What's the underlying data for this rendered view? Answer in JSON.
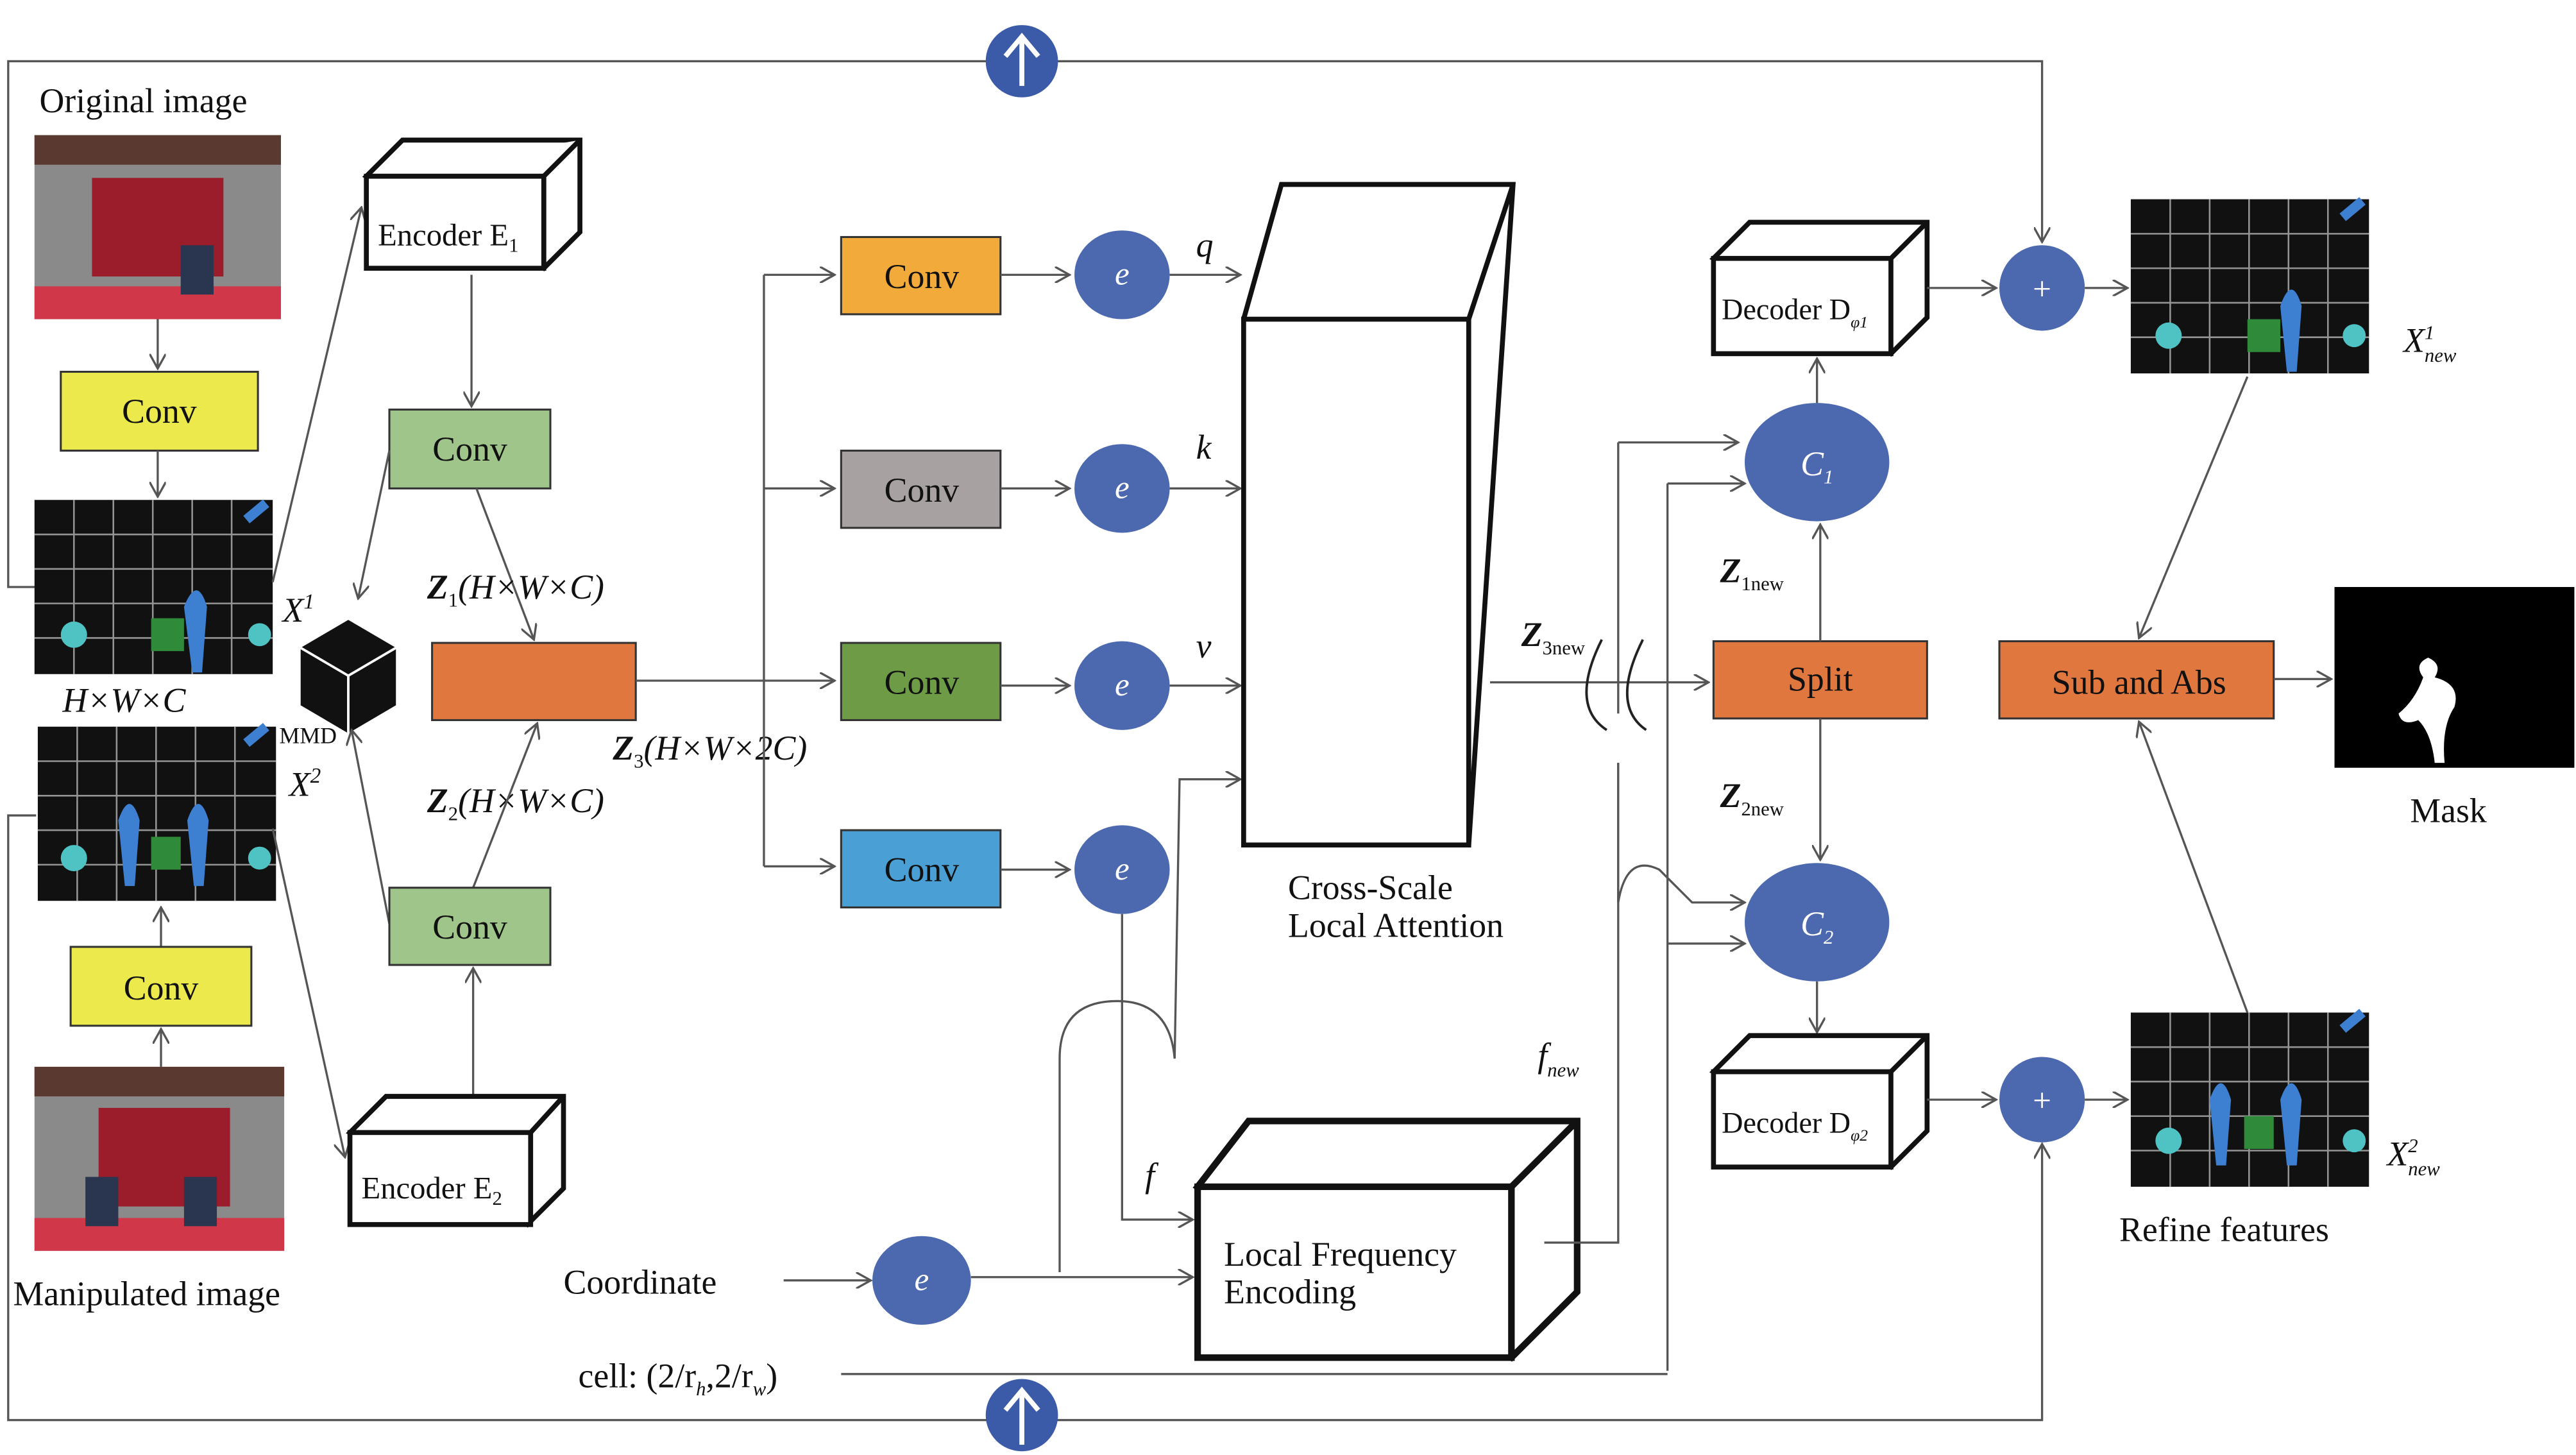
{
  "labels": {
    "original_image": "Original image",
    "manipulated_image": "Manipulated image",
    "hwc": "H×W×C",
    "x1": "X",
    "x1_sup": "1",
    "x2": "X",
    "x2_sup": "2",
    "mmd": "MMD",
    "z1": "Z",
    "z1_sub": "1",
    "z1_dim": "(H×W×C)",
    "z2": "Z",
    "z2_sub": "2",
    "z2_dim": "(H×W×C)",
    "z3": "Z",
    "z3_sub": "3",
    "z3_dim": "(H×W×2C)",
    "q": "q",
    "k": "k",
    "v": "v",
    "cross_scale_1": "Cross-Scale",
    "cross_scale_2": "Local Attention",
    "z3new": "Z",
    "z3new_sub": "3new",
    "z1new": "Z",
    "z1new_sub": "1new",
    "z2new": "Z",
    "z2new_sub": "2new",
    "fnew": "f",
    "fnew_sub": "new",
    "f": "f",
    "coordinate": "Coordinate",
    "cell": "cell: (2/r",
    "cell_h": "h",
    "cell_mid": ",2/r",
    "cell_w": "w",
    "cell_end": ")",
    "lfe_1": "Local Frequency",
    "lfe_2": "Encoding",
    "x1new": "X",
    "x1new_sup": "1",
    "x1new_sub": "new",
    "x2new": "X",
    "x2new_sup": "2",
    "x2new_sub": "new",
    "refine_features": "Refine features",
    "mask": "Mask"
  },
  "blocks": {
    "conv": "Conv",
    "encoder1": "Encoder E",
    "encoder1_sub": "1",
    "encoder2": "Encoder E",
    "encoder2_sub": "2",
    "decoder1": "Decoder D",
    "decoder1_sub": "φ1",
    "decoder2": "Decoder D",
    "decoder2_sub": "φ2",
    "split": "Split",
    "sub_abs": "Sub and Abs",
    "e": "e",
    "c1": "C",
    "c1_sub": "1",
    "c2": "C",
    "c2_sub": "2",
    "plus": "+"
  },
  "colors": {
    "conv_yellow": "#ece94c",
    "conv_light_green": "#9fc58b",
    "conv_orange": "#f2ab3a",
    "conv_grey": "#a8a1a1",
    "conv_green": "#6e9c46",
    "conv_blue": "#4a9fd4",
    "fusion_orange": "#e0773f",
    "node_blue": "#4c69b0"
  },
  "icons": [
    "up-arrow-circle-icon",
    "cube-icon",
    "plus-circle-icon"
  ]
}
